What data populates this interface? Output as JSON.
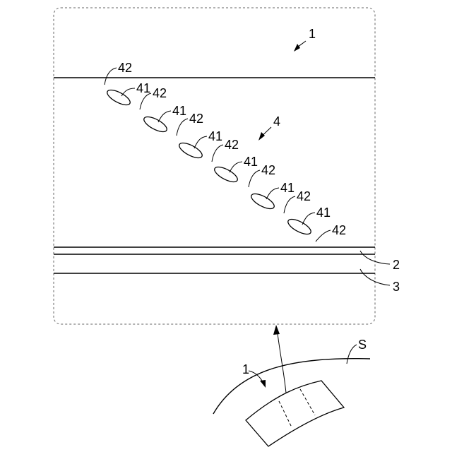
{
  "labels": {
    "device": "1",
    "device_sub": "1",
    "layer_2": "2",
    "layer_3": "3",
    "group": "4",
    "surface": "S",
    "items": [
      {
        "a": "42"
      },
      {
        "a": "41",
        "b": "42"
      },
      {
        "a": "41",
        "b": "42"
      },
      {
        "a": "41",
        "b": "42"
      },
      {
        "a": "41",
        "b": "42"
      },
      {
        "a": "41",
        "b": "42"
      },
      {
        "a": "41",
        "b": "42"
      }
    ]
  }
}
